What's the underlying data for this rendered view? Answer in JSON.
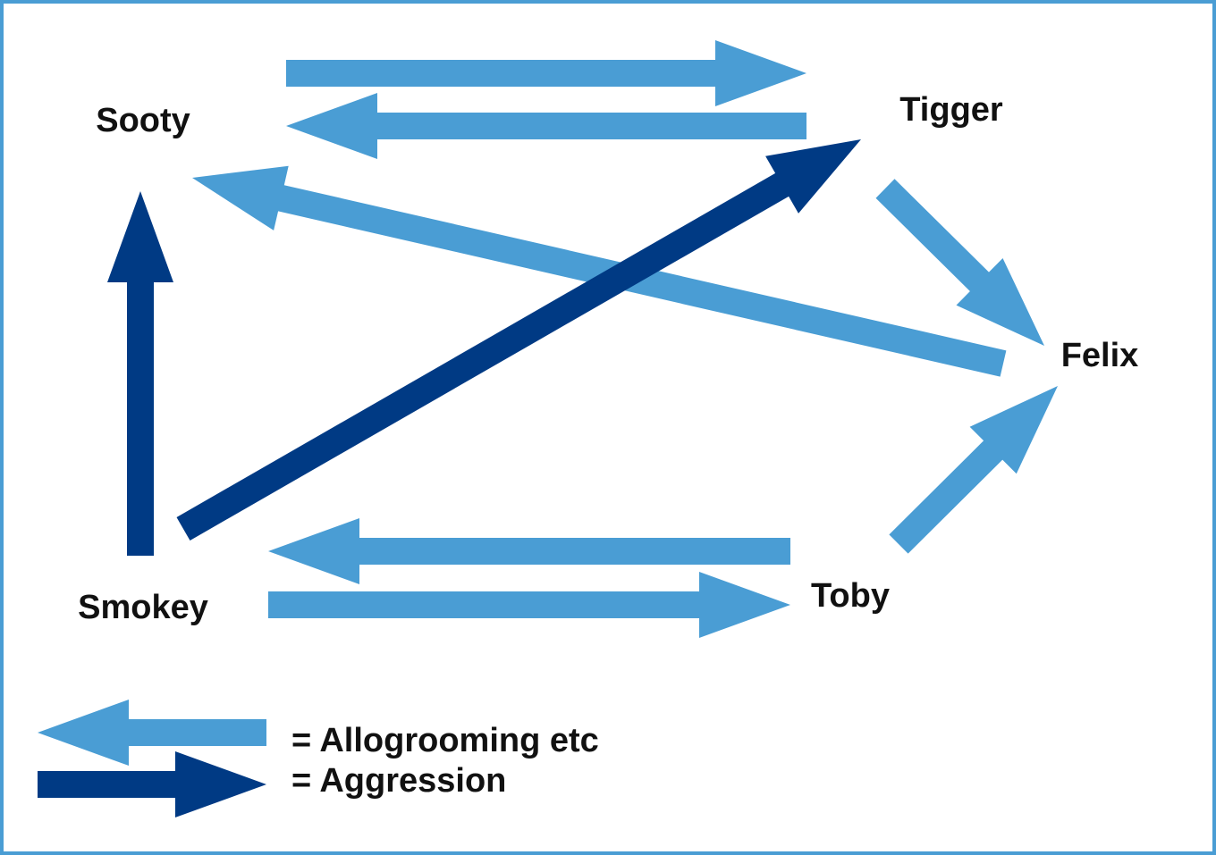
{
  "diagram": {
    "colors": {
      "allogrooming": "#4a9dd4",
      "aggression": "#003a84",
      "border": "#4a9dd4",
      "text": "#111111"
    },
    "nodes": [
      {
        "id": "sooty",
        "label": "Sooty"
      },
      {
        "id": "tigger",
        "label": "Tigger"
      },
      {
        "id": "felix",
        "label": "Felix"
      },
      {
        "id": "smokey",
        "label": "Smokey"
      },
      {
        "id": "toby",
        "label": "Toby"
      }
    ],
    "edges": [
      {
        "from": "sooty",
        "to": "tigger",
        "type": "allogrooming"
      },
      {
        "from": "tigger",
        "to": "sooty",
        "type": "allogrooming"
      },
      {
        "from": "felix",
        "to": "sooty",
        "type": "allogrooming"
      },
      {
        "from": "smokey",
        "to": "tigger",
        "type": "aggression"
      },
      {
        "from": "tigger",
        "to": "felix",
        "type": "allogrooming"
      },
      {
        "from": "smokey",
        "to": "sooty",
        "type": "aggression"
      },
      {
        "from": "toby",
        "to": "smokey",
        "type": "allogrooming"
      },
      {
        "from": "smokey",
        "to": "toby",
        "type": "allogrooming"
      },
      {
        "from": "toby",
        "to": "felix",
        "type": "allogrooming"
      }
    ],
    "legend": {
      "allogrooming": "= Allogrooming etc",
      "aggression": "= Aggression"
    }
  }
}
